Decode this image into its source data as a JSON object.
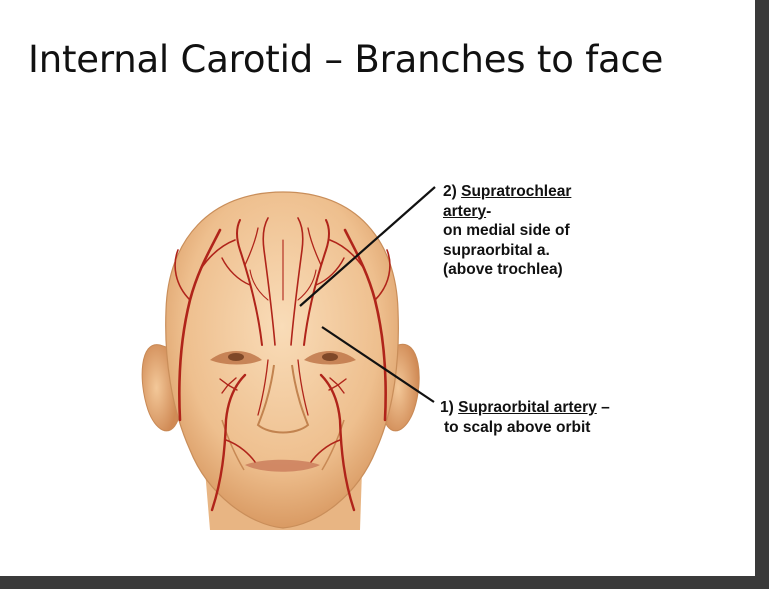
{
  "slide": {
    "title": "Internal Carotid – Branches to face"
  },
  "labels": {
    "supratrochlear": {
      "number": "2)",
      "name_line1": "Supratrochlear",
      "name_line2": "artery",
      "suffix": "-",
      "desc_line1": "on medial side of",
      "desc_line2": "supraorbital a.",
      "desc_line3": "(above trochlea)"
    },
    "supraorbital": {
      "number": "1)",
      "name": "Supraorbital artery",
      "suffix": " –",
      "desc": "to scalp above orbit"
    }
  },
  "colors": {
    "skin": "#f2c79a",
    "artery": "#b0241a",
    "pointer": "#111111"
  }
}
